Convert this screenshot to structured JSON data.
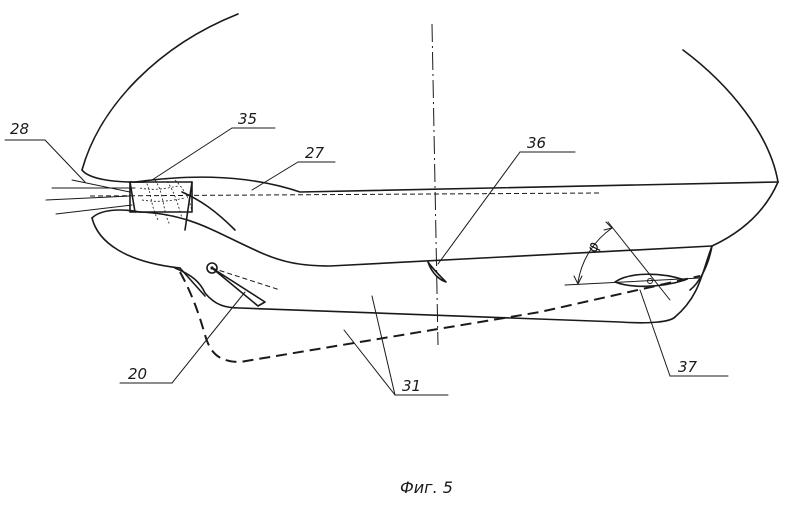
{
  "figure": {
    "caption": "Фиг. 5"
  },
  "labels": {
    "l28": "28",
    "l35": "35",
    "l27": "27",
    "l36": "36",
    "l20": "20",
    "l31": "31",
    "l37": "37",
    "angle": "φ"
  },
  "colors": {
    "ink": "#1a1a1a",
    "paper": "#ffffff"
  }
}
